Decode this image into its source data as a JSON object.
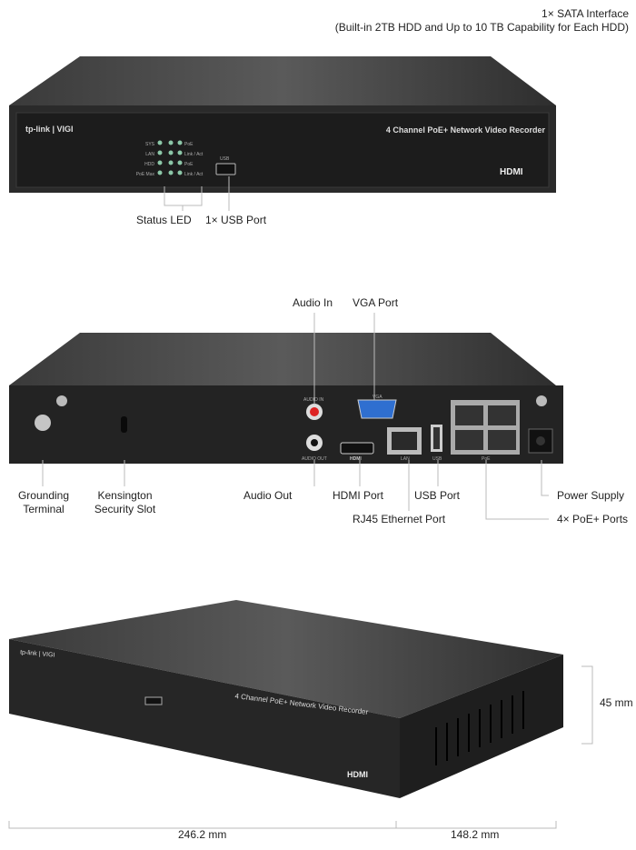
{
  "front_view": {
    "sata_label": "1× SATA Interface",
    "sata_detail": "(Built-in 2TB HDD and Up to 10 TB Capability for Each HDD)",
    "brand": "tp-link | VIGI",
    "product_name": "4 Channel PoE+ Network Video Recorder",
    "hdmi_logo": "HDMI",
    "usb_tag": "USB",
    "led_labels_left": [
      "SYS",
      "LAN",
      "HDD",
      "PoE Max"
    ],
    "led_labels_right": [
      "PoE",
      "Link / Act",
      "PoE",
      "Link / Act"
    ],
    "callouts": {
      "status_led": "Status LED",
      "usb_port": "1× USB Port"
    }
  },
  "rear_view": {
    "port_tags": {
      "audio_in": "AUDIO IN",
      "audio_out": "AUDIO OUT",
      "vga": "VGA",
      "lan": "LAN",
      "usb": "USB",
      "poe": "PoE",
      "hdmi": "HDMI"
    },
    "callouts": {
      "audio_in": "Audio In",
      "vga_port": "VGA Port",
      "grounding_terminal": "Grounding Terminal",
      "kensington_slot": "Kensington Security Slot",
      "audio_out": "Audio Out",
      "hdmi_port": "HDMI Port",
      "usb_port": "USB Port",
      "rj45_port": "RJ45 Ethernet Port",
      "power_supply": "Power Supply",
      "poe_ports": "4× PoE+ Ports"
    }
  },
  "perspective_view": {
    "brand": "tp-link | VIGI",
    "product_name": "4 Channel PoE+ Network Video Recorder",
    "hdmi_logo": "HDMI",
    "dimensions": {
      "height": "45 mm",
      "width": "246.2 mm",
      "depth": "148.2 mm"
    }
  }
}
